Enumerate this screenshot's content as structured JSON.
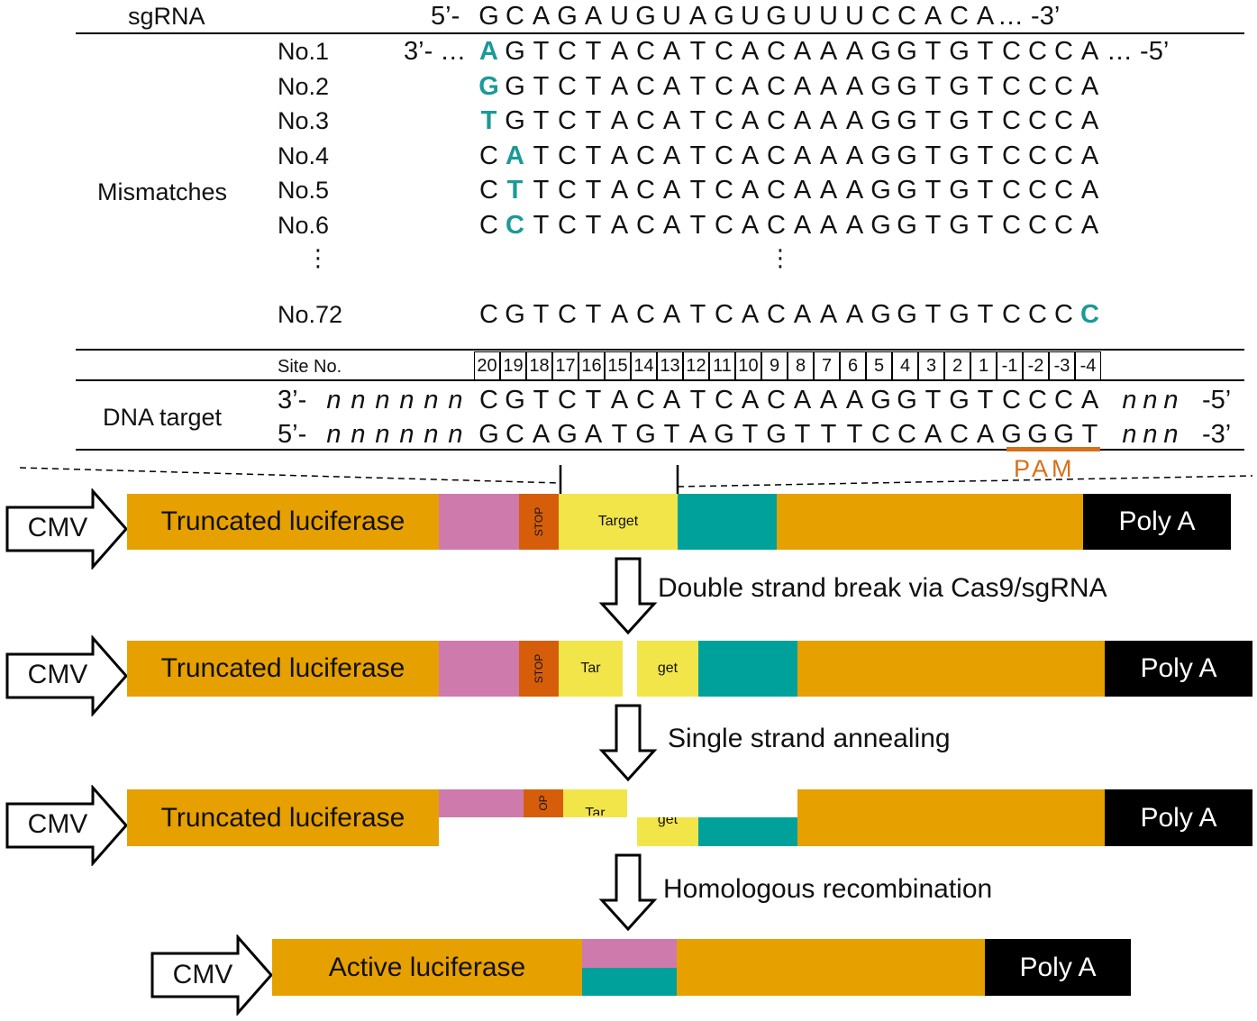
{
  "labels": {
    "sgrna": "sgRNA",
    "mismatches": "Mismatches",
    "site_no": "Site No.",
    "dna_target": "DNA target",
    "pam": "PAM",
    "ellipsis_v": "⋮"
  },
  "sgrna": {
    "prefix": "5’-",
    "bases": [
      "G",
      "C",
      "A",
      "G",
      "A",
      "U",
      "G",
      "U",
      "A",
      "G",
      "U",
      "G",
      "U",
      "U",
      "U",
      "C",
      "C",
      "A",
      "C",
      "A"
    ],
    "suffix": "… -3’"
  },
  "mismatch_prefix": "3’- …",
  "mismatch_suffix": "… -5’",
  "mismatches": [
    {
      "name": "No.1",
      "bases": [
        "A",
        "G",
        "T",
        "C",
        "T",
        "A",
        "C",
        "A",
        "T",
        "C",
        "A",
        "C",
        "A",
        "A",
        "A",
        "G",
        "G",
        "T",
        "G",
        "T",
        "C",
        "C",
        "C",
        "A"
      ],
      "hl": 0,
      "full": true
    },
    {
      "name": "No.2",
      "bases": [
        "G",
        "G",
        "T",
        "C",
        "T",
        "A",
        "C",
        "A",
        "T",
        "C",
        "A",
        "C",
        "A",
        "A",
        "A",
        "G",
        "G",
        "T",
        "G",
        "T",
        "C",
        "C",
        "C",
        "A"
      ],
      "hl": 0,
      "full": false
    },
    {
      "name": "No.3",
      "bases": [
        "T",
        "G",
        "T",
        "C",
        "T",
        "A",
        "C",
        "A",
        "T",
        "C",
        "A",
        "C",
        "A",
        "A",
        "A",
        "G",
        "G",
        "T",
        "G",
        "T",
        "C",
        "C",
        "C",
        "A"
      ],
      "hl": 0,
      "full": false
    },
    {
      "name": "No.4",
      "bases": [
        "C",
        "A",
        "T",
        "C",
        "T",
        "A",
        "C",
        "A",
        "T",
        "C",
        "A",
        "C",
        "A",
        "A",
        "A",
        "G",
        "G",
        "T",
        "G",
        "T",
        "C",
        "C",
        "C",
        "A"
      ],
      "hl": 1,
      "full": false
    },
    {
      "name": "No.5",
      "bases": [
        "C",
        "T",
        "T",
        "C",
        "T",
        "A",
        "C",
        "A",
        "T",
        "C",
        "A",
        "C",
        "A",
        "A",
        "A",
        "G",
        "G",
        "T",
        "G",
        "T",
        "C",
        "C",
        "C",
        "A"
      ],
      "hl": 1,
      "full": false
    },
    {
      "name": "No.6",
      "bases": [
        "C",
        "C",
        "T",
        "C",
        "T",
        "A",
        "C",
        "A",
        "T",
        "C",
        "A",
        "C",
        "A",
        "A",
        "A",
        "G",
        "G",
        "T",
        "G",
        "T",
        "C",
        "C",
        "C",
        "A"
      ],
      "hl": 1,
      "full": false
    },
    {
      "name": "No.72",
      "bases": [
        "C",
        "G",
        "T",
        "C",
        "T",
        "A",
        "C",
        "A",
        "T",
        "C",
        "A",
        "C",
        "A",
        "A",
        "A",
        "G",
        "G",
        "T",
        "G",
        "T",
        "C",
        "C",
        "C",
        "C"
      ],
      "hl": 23,
      "full": false
    }
  ],
  "site_numbers": [
    "20",
    "19",
    "18",
    "17",
    "16",
    "15",
    "14",
    "13",
    "12",
    "11",
    "10",
    "9",
    "8",
    "7",
    "6",
    "5",
    "4",
    "3",
    "2",
    "1",
    "-1",
    "-2",
    "-3",
    "-4"
  ],
  "dna_target": {
    "strand1": {
      "prefix": "3’-",
      "flank_left": [
        "n",
        "n",
        "n",
        "n",
        "n",
        "n"
      ],
      "bases": [
        "C",
        "G",
        "T",
        "C",
        "T",
        "A",
        "C",
        "A",
        "T",
        "C",
        "A",
        "C",
        "A",
        "A",
        "A",
        "G",
        "G",
        "T",
        "G",
        "T",
        "C",
        "C",
        "C",
        "A"
      ],
      "flank_right": [
        "n",
        "n",
        "n"
      ],
      "suffix": "-5’"
    },
    "strand2": {
      "prefix": "5’-",
      "flank_left": [
        "n",
        "n",
        "n",
        "n",
        "n",
        "n"
      ],
      "bases": [
        "G",
        "C",
        "A",
        "G",
        "A",
        "T",
        "G",
        "T",
        "A",
        "G",
        "T",
        "G",
        "T",
        "T",
        "T",
        "C",
        "C",
        "A",
        "C",
        "A",
        "G",
        "G",
        "G",
        "T"
      ],
      "flank_right": [
        "n",
        "n",
        "n"
      ],
      "suffix": "-3’"
    }
  },
  "constructs": {
    "cmv": "CMV",
    "truncated": "Truncated luciferase",
    "active": "Active luciferase",
    "stop": "STOP",
    "stop_partial": "OP",
    "target": "Target",
    "tar": "Tar",
    "get": "get",
    "poly_a": "Poly A"
  },
  "steps": {
    "dsb": "Double strand break via Cas9/sgRNA",
    "ssa": "Single strand annealing",
    "hr": "Homologous recombination"
  },
  "colors": {
    "orange": "#e6a000",
    "pink": "#cf7aac",
    "stop": "#d65e0a",
    "yellow": "#f2e54a",
    "teal": "#00a19a",
    "black": "#000000",
    "highlight": "#1a9a98",
    "pam": "#d6701a"
  }
}
